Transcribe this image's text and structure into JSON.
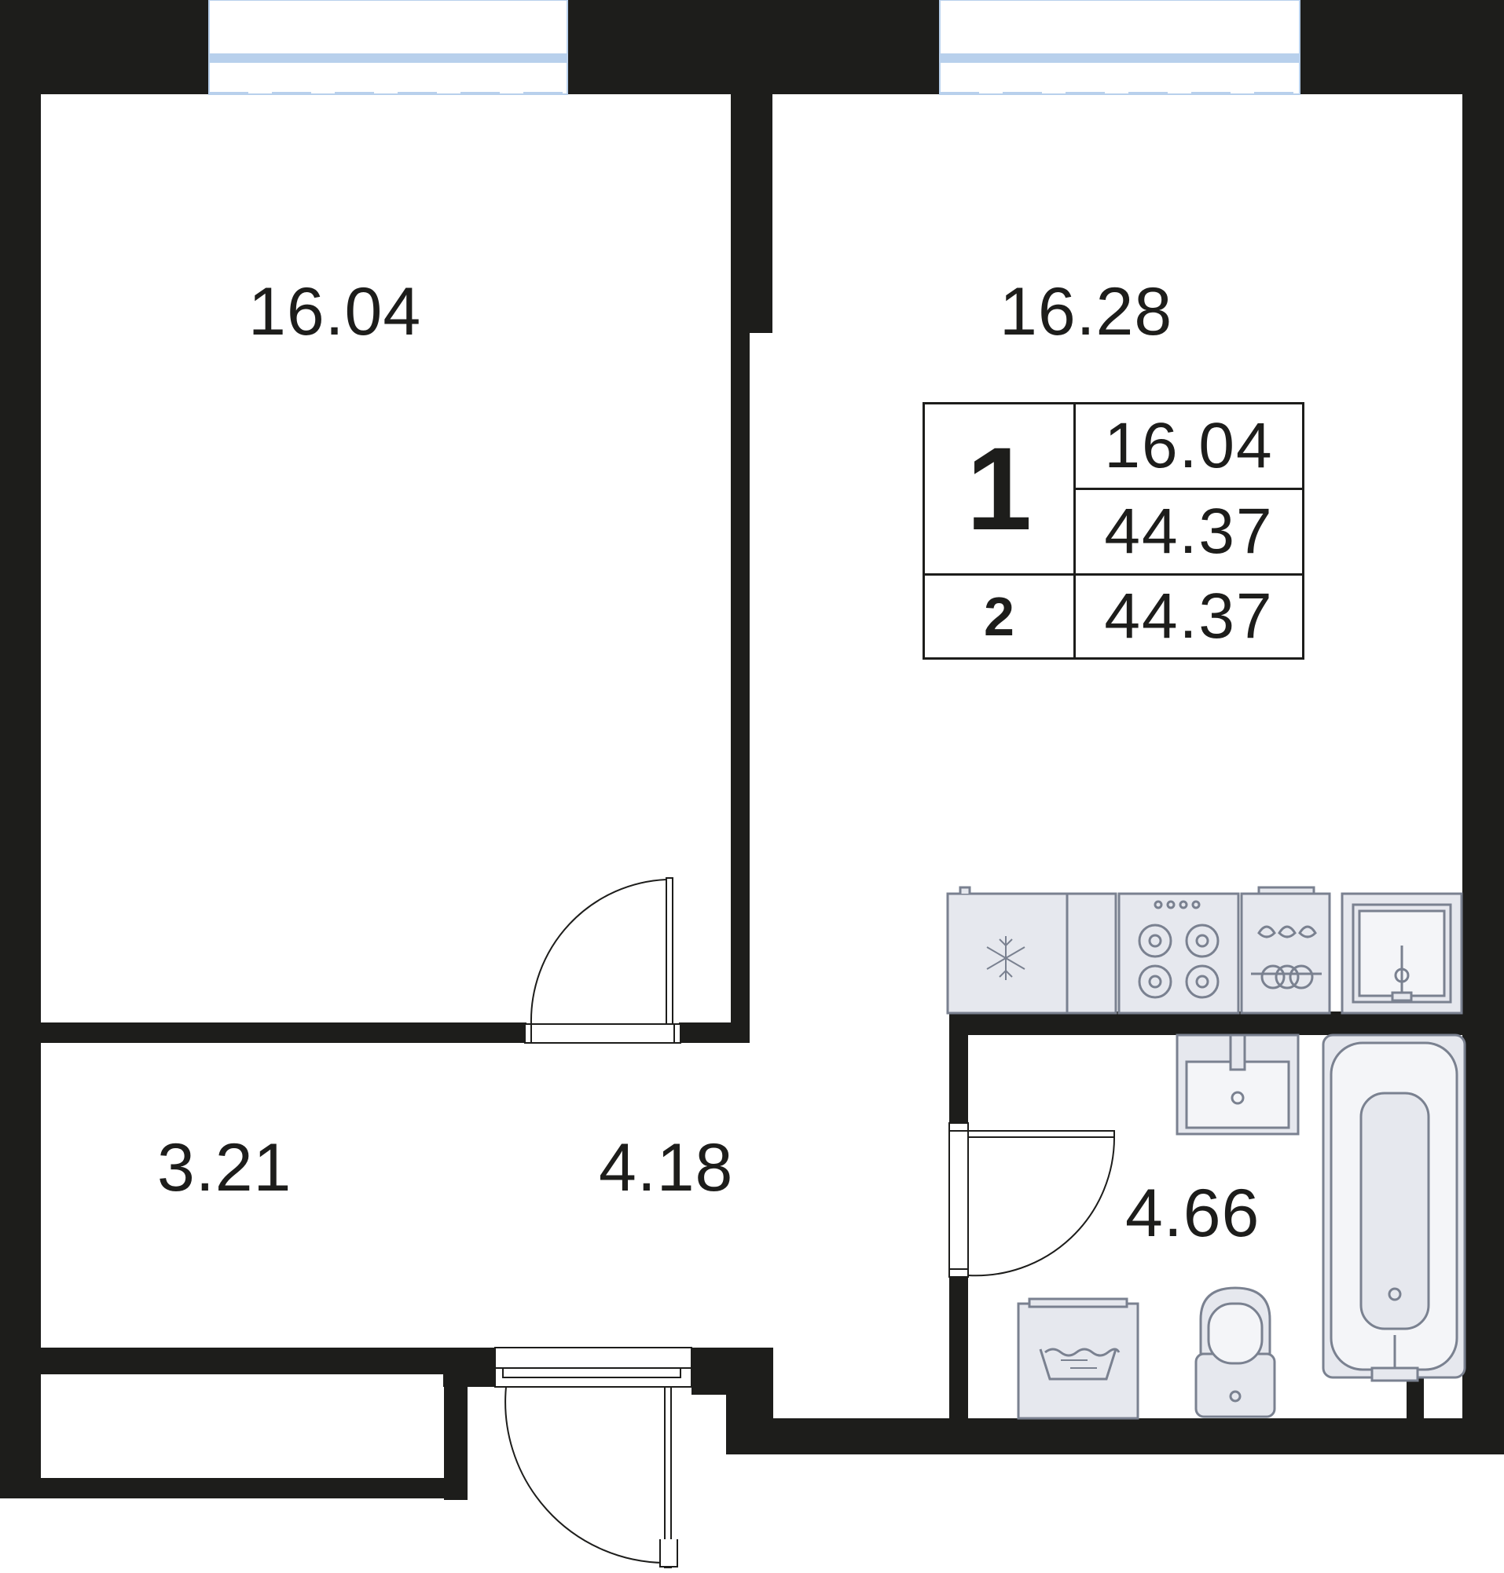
{
  "rooms": {
    "bedroom": "16.04",
    "kitchen_living": "16.28",
    "hallway": "3.21",
    "corridor": "4.18",
    "bathroom": "4.66"
  },
  "summary_table": {
    "row1_label": "1",
    "row1_value_a": "16.04",
    "row1_value_b": "44.37",
    "row2_label": "2",
    "row2_value": "44.37"
  },
  "colors": {
    "wall": "#1d1d1b",
    "fixture_fill": "#e6e8ee",
    "fixture_stroke": "#7a8190",
    "window": "#b8d0ec"
  },
  "icons": [
    "window-icon",
    "door-icon",
    "fridge-icon",
    "stove-icon",
    "oven-icon",
    "kitchen-sink-icon",
    "bathroom-sink-icon",
    "bathtub-icon",
    "toilet-icon",
    "washing-machine-icon",
    "snowflake-icon"
  ]
}
